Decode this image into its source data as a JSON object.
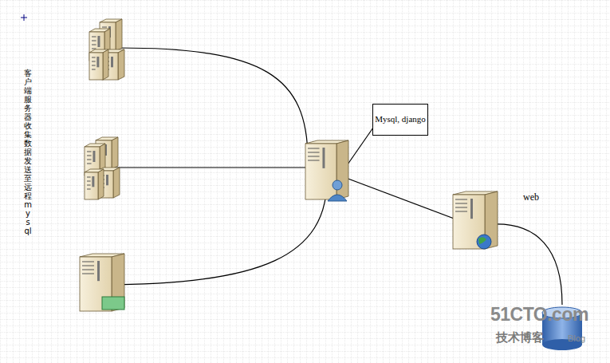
{
  "diagram": {
    "nodes": [
      {
        "text": [
          "Mysql, django"
        ]
      }
    ],
    "labels": [
      "客户端服务器收集数据发送至远程mysql",
      "web",
      "51CTO.com",
      "技术博客",
      "Blog"
    ]
  }
}
